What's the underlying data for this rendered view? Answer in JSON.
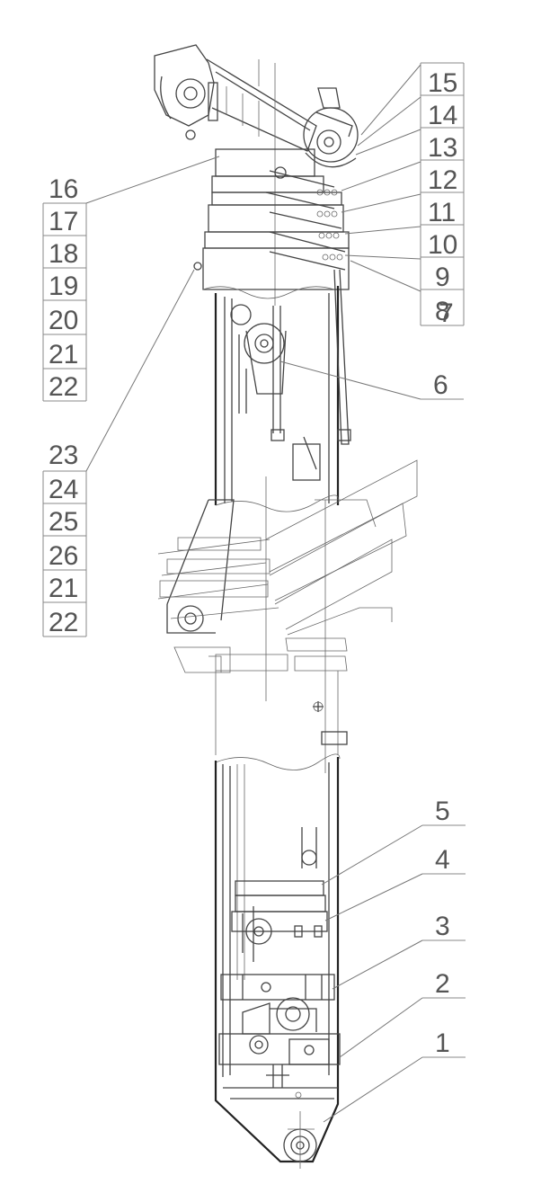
{
  "title": "",
  "callouts": {
    "right_top": [
      "15",
      "14",
      "13",
      "12",
      "11",
      "10",
      "9",
      "8",
      "7"
    ],
    "right_6": "6",
    "left_top": [
      "16",
      "17",
      "18",
      "19",
      "20",
      "21",
      "22"
    ],
    "left_mid": [
      "23",
      "24",
      "25",
      "26",
      "21",
      "22"
    ],
    "right_bottom": [
      "5",
      "4",
      "3",
      "2",
      "1"
    ]
  },
  "colors": {
    "line": "#444444",
    "label": "#555555",
    "background": "#ffffff"
  }
}
